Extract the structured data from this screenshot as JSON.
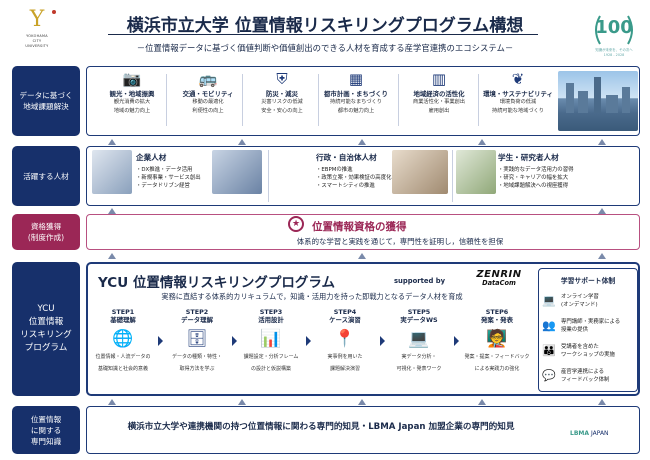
{
  "header": {
    "title": "横浜市立大学 位置情報リスキリングプログラム構想",
    "subtitle": "－位置情報データに基づく価値判断や価値創出のできる人材を育成する産学官連携のエコシステム－",
    "logo_left": {
      "mark": "Y",
      "line1": "YOKOHAMA",
      "line2": "CITY",
      "line3": "UNIVERSITY"
    },
    "logo_right": {
      "number": "100",
      "line1": "知識が未来を、その次へ",
      "line2": "1928 - 2028"
    }
  },
  "rows": {
    "solutions_label": [
      "データに基づく",
      "地域課題解決"
    ],
    "talent_label": [
      "活躍する人材"
    ],
    "qualification_label": [
      "資格獲得",
      "(制度作成)"
    ],
    "program_label": [
      "YCU",
      "位置情報",
      "リスキリング",
      "プログラム"
    ],
    "knowledge_label": [
      "位置情報",
      "に関する",
      "専門知識"
    ]
  },
  "solutions": [
    {
      "icon": "camera-icon",
      "glyph": "📷",
      "title": "観光・地域振興",
      "lines": [
        "観光消費の拡大",
        "地域の魅力向上"
      ]
    },
    {
      "icon": "bus-icon",
      "glyph": "🚌",
      "title": "交通・モビリティ",
      "lines": [
        "移動の最適化",
        "利便性の向上"
      ]
    },
    {
      "icon": "shield-icon",
      "glyph": "⛨",
      "title": "防災・減災",
      "lines": [
        "災害リスクの低減",
        "安全・安心の向上"
      ]
    },
    {
      "icon": "buildings-icon",
      "glyph": "▦",
      "title": "都市計画・まちづくり",
      "lines": [
        "持続可能なまちづくり",
        "都市の魅力向上"
      ]
    },
    {
      "icon": "bar-chart-icon",
      "glyph": "▥",
      "title": "地域経済の活性化",
      "lines": [
        "商業活性化・事業創出",
        "雇用創出"
      ]
    },
    {
      "icon": "leaf-icon",
      "glyph": "❦",
      "title": "環境・サステナビリティ",
      "lines": [
        "環境負荷の低減",
        "持続可能な地域づくり"
      ]
    }
  ],
  "talents": [
    {
      "title": "企業人材",
      "items": [
        "・DX推進・データ活用",
        "・新規事業・サービス創出",
        "・データドリブン経営"
      ]
    },
    {
      "title": "行政・自治体人材",
      "items": [
        "・EBPMの推進",
        "・政策立案・効果検証の高度化",
        "・スマートシティの推進"
      ]
    },
    {
      "title": "学生・研究者人材",
      "items": [
        "・実践的なデータ活用力の習得",
        "・研究・キャリアの幅を拡大",
        "・地域課題解決への視座獲得"
      ]
    }
  ],
  "qualification": {
    "title": "位置情報資格の獲得",
    "subtitle": "体系的な学習と実践を通じて，専門性を証明し，信頼性を担保"
  },
  "program": {
    "title": "YCU 位置情報リスキリングプログラム",
    "supported_by": "supported by",
    "sponsor_line1": "ZENRIN",
    "sponsor_line2": "DataCom",
    "subtitle": "実務に直結する体系的カリキュラムで，知識・活用力を持った即戦力となるデータ人材を育成",
    "steps": [
      {
        "step": "STEP1",
        "name": "基礎理解",
        "icon": "globe-icon",
        "glyph": "🌐",
        "lines": [
          "位置情報・人流データの",
          "基礎知識と社会的意義"
        ]
      },
      {
        "step": "STEP2",
        "name": "データ理解",
        "icon": "database-icon",
        "glyph": "🗄",
        "lines": [
          "データの種類・特性・",
          "取得方法を学ぶ"
        ]
      },
      {
        "step": "STEP3",
        "name": "活用設計",
        "icon": "analysis-icon",
        "glyph": "📊",
        "lines": [
          "課題設定・分析フレーム",
          "の設計と仮説構築"
        ]
      },
      {
        "step": "STEP4",
        "name": "ケース演習",
        "icon": "map-pin-icon",
        "glyph": "📍",
        "lines": [
          "実事例を用いた",
          "課題解決演習"
        ]
      },
      {
        "step": "STEP5",
        "name": "実データWS",
        "icon": "workshop-icon",
        "glyph": "💻",
        "lines": [
          "実データ分析・",
          "可視化・発表ワーク"
        ]
      },
      {
        "step": "STEP6",
        "name": "発案・発表",
        "icon": "presentation-icon",
        "glyph": "🧑‍🏫",
        "lines": [
          "発案・提案・フィードバック",
          "による実践力の強化"
        ]
      }
    ],
    "support": {
      "title": "学習サポート体制",
      "items": [
        {
          "icon": "laptop-icon",
          "glyph": "💻",
          "lines": [
            "オンライン学習",
            "(オンデマンド)"
          ]
        },
        {
          "icon": "expert-icon",
          "glyph": "👥",
          "lines": [
            "専門講師・実務家による",
            "授業の提供"
          ]
        },
        {
          "icon": "group-icon",
          "glyph": "👪",
          "lines": [
            "受講者を含めた",
            "ワークショップの実施"
          ]
        },
        {
          "icon": "feedback-icon",
          "glyph": "💬",
          "lines": [
            "産官学連携による",
            "フィードバック体制"
          ]
        }
      ]
    }
  },
  "knowledge": {
    "text": "横浜市立大学や連携機関の持つ位置情報に関わる専門的知見・LBMA Japan 加盟企業の専門的知見",
    "lbma_a": "LBMA",
    "lbma_b": "JAPAN"
  },
  "colors": {
    "navy": "#17306b",
    "pink": "#9b2756",
    "teal": "#3a9a8a"
  }
}
